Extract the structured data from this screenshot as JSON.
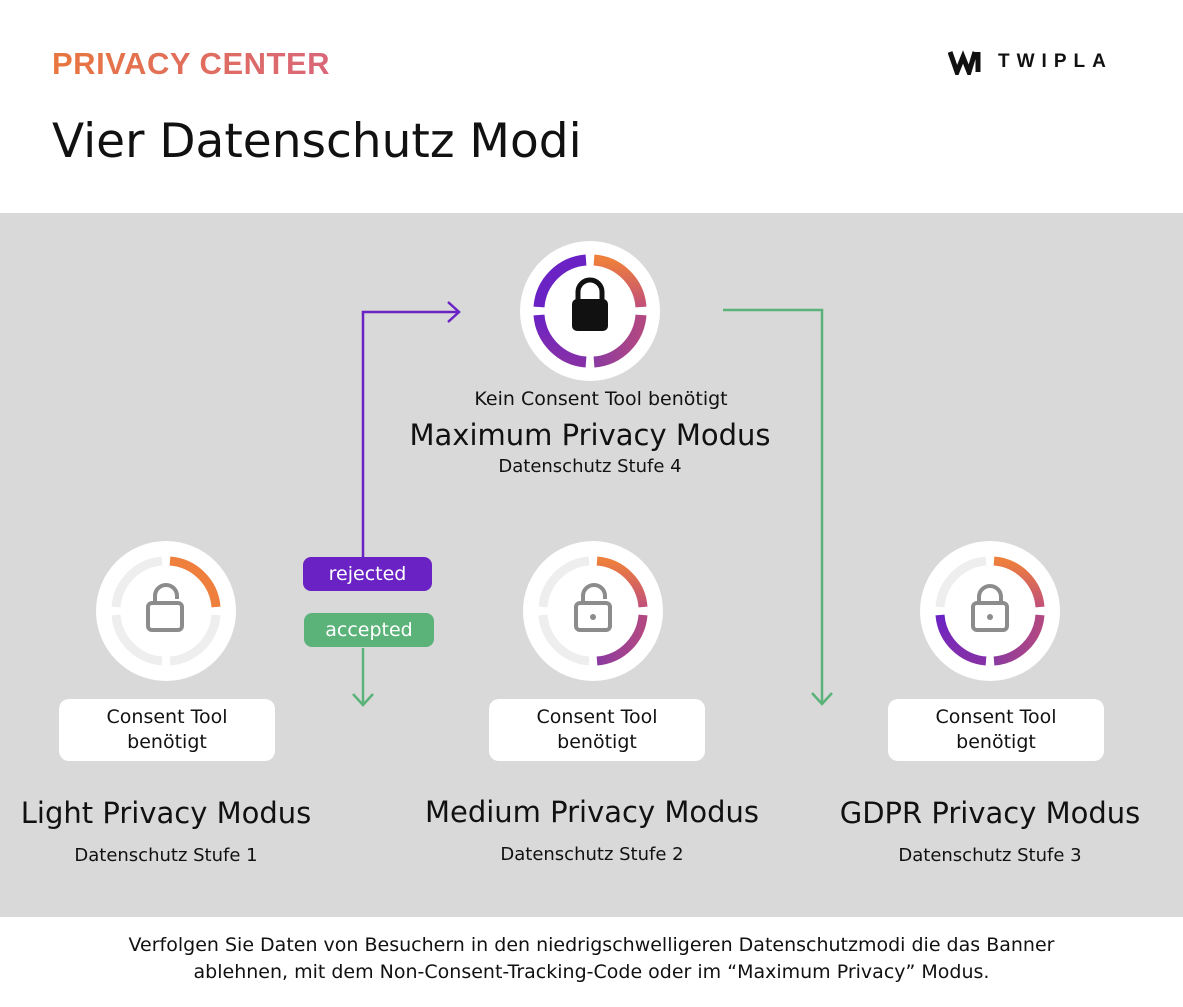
{
  "header": {
    "section_label": "PRIVACY CENTER",
    "logo_text": "TWIPLA",
    "title": "Vier Datenschutz Modi"
  },
  "flow": {
    "rejected_label": "rejected",
    "accepted_label": "accepted",
    "rejected_color": "#6a22c4",
    "accepted_color": "#5bb37a"
  },
  "modes": {
    "maximum": {
      "note": "Kein Consent Tool benötigt",
      "name": "Maximum Privacy Modus",
      "level": "Datenschutz Stufe 4",
      "icon": "lock-closed-icon",
      "ring_filled_quarters": 4
    },
    "light": {
      "consent_line1": "Consent Tool",
      "consent_line2": "benötigt",
      "name": "Light Privacy Modus",
      "level": "Datenschutz Stufe 1",
      "icon": "lock-open-icon",
      "ring_filled_quarters": 1
    },
    "medium": {
      "consent_line1": "Consent Tool",
      "consent_line2": "benötigt",
      "name": "Medium Privacy Modus",
      "level": "Datenschutz Stufe 2",
      "icon": "lock-open-icon",
      "ring_filled_quarters": 2
    },
    "gdpr": {
      "consent_line1": "Consent Tool",
      "consent_line2": "benötigt",
      "name": "GDPR Privacy Modus",
      "level": "Datenschutz Stufe 3",
      "icon": "lock-closed-icon",
      "ring_filled_quarters": 3
    }
  },
  "footer": {
    "line1": "Verfolgen Sie Daten von Besuchern in den niedrigschwelligeren Datenschutzmodi die das Banner",
    "line2": "ablehnen, mit dem Non-Consent-Tracking-Code oder im “Maximum Privacy” Modus."
  },
  "colors": {
    "band": "#d9d9d9",
    "ring_orange": "#ee7f3c",
    "ring_pink": "#c1507a",
    "ring_purple": "#6a22c4",
    "ring_empty": "#eeeeee"
  }
}
